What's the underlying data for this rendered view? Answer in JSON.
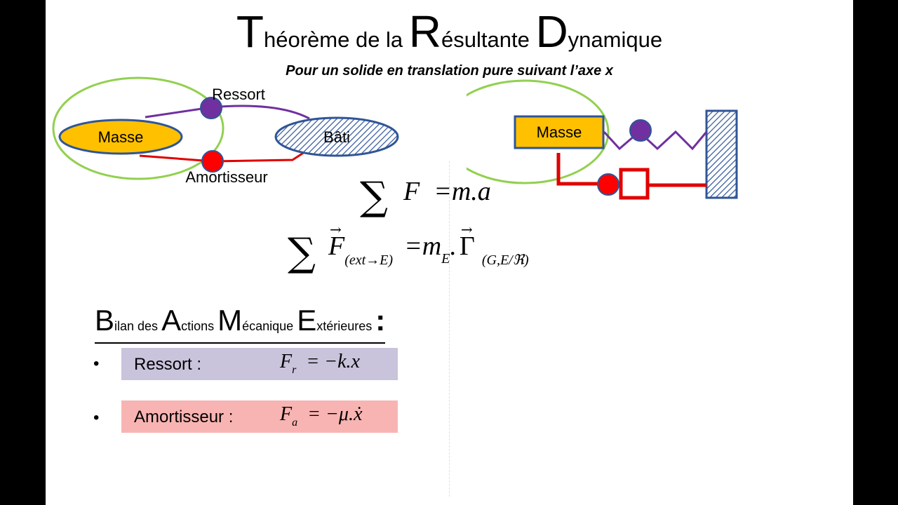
{
  "title": {
    "parts": [
      {
        "cap": "T",
        "rest": "héorème de la "
      },
      {
        "cap": "R",
        "rest": "ésultante "
      },
      {
        "cap": "D",
        "rest": "ynamique"
      }
    ]
  },
  "subtitle": "Pour un solide en translation pure suivant l’axe x",
  "diagram_left": {
    "masse": "Masse",
    "bati": "Bâti",
    "ressort": "Ressort",
    "amortisseur": "Amortisseur"
  },
  "diagram_right": {
    "masse": "Masse"
  },
  "equations": {
    "eq1": {
      "sigma": "∑",
      "F": "F",
      "rhs": "=m.a"
    },
    "eq2": {
      "sigma": "∑",
      "F": "F",
      "F_sub": "(ext→E)",
      "eq": "=",
      "m": "m",
      "m_sub": "E",
      "dot": ".",
      "gamma": "Γ",
      "gamma_sub": "(G,E/ℜ)"
    }
  },
  "bilan": {
    "parts": [
      {
        "cap": "B",
        "rest": "ilan des "
      },
      {
        "cap": "A",
        "rest": "ctions "
      },
      {
        "cap": "M",
        "rest": "écanique "
      },
      {
        "cap": "E",
        "rest": "xtérieures "
      }
    ],
    "colon": ":"
  },
  "bullets": [
    {
      "bullet": "•",
      "label": "Ressort :",
      "formula_lhs": "F",
      "formula_sub": "r",
      "formula_rhs": "= −k.x",
      "color": "#c9c3dc"
    },
    {
      "bullet": "•",
      "label": "Amortisseur :",
      "formula_lhs": "F",
      "formula_sub": "a",
      "formula_rhs": "= −μ.ẋ",
      "color": "#f8b4b2"
    }
  ],
  "colors": {
    "masse_fill": "#ffc000",
    "masse_stroke": "#2f5597",
    "ellipse_green": "#92d050",
    "spring_purple": "#7030a0",
    "damper_red": "#e00000",
    "bati_stroke": "#2f5597"
  }
}
